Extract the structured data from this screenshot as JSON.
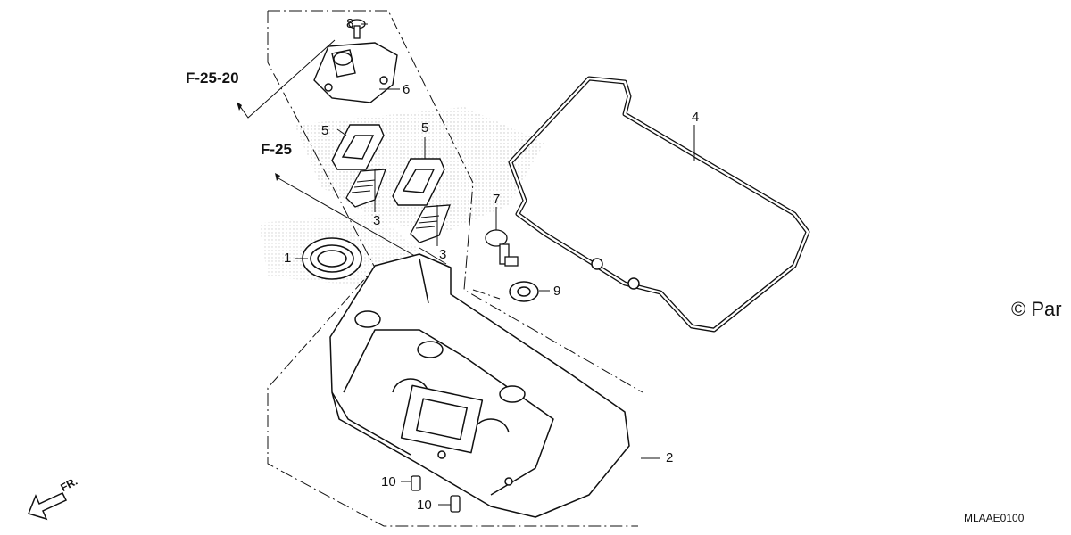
{
  "callouts": [
    {
      "id": "1",
      "text": "1"
    },
    {
      "id": "2",
      "text": "2"
    },
    {
      "id": "3a",
      "text": "3"
    },
    {
      "id": "3b",
      "text": "3"
    },
    {
      "id": "4",
      "text": "4"
    },
    {
      "id": "5a",
      "text": "5"
    },
    {
      "id": "5b",
      "text": "5"
    },
    {
      "id": "6",
      "text": "6"
    },
    {
      "id": "7",
      "text": "7"
    },
    {
      "id": "8",
      "text": "8"
    },
    {
      "id": "9",
      "text": "9"
    },
    {
      "id": "10a",
      "text": "10"
    },
    {
      "id": "10b",
      "text": "10"
    }
  ],
  "refs": {
    "f2520": "F-25-20",
    "f25": "F-25"
  },
  "direction": "FR.",
  "diagram_code": "MLAAE0100",
  "copyright": "© Par"
}
